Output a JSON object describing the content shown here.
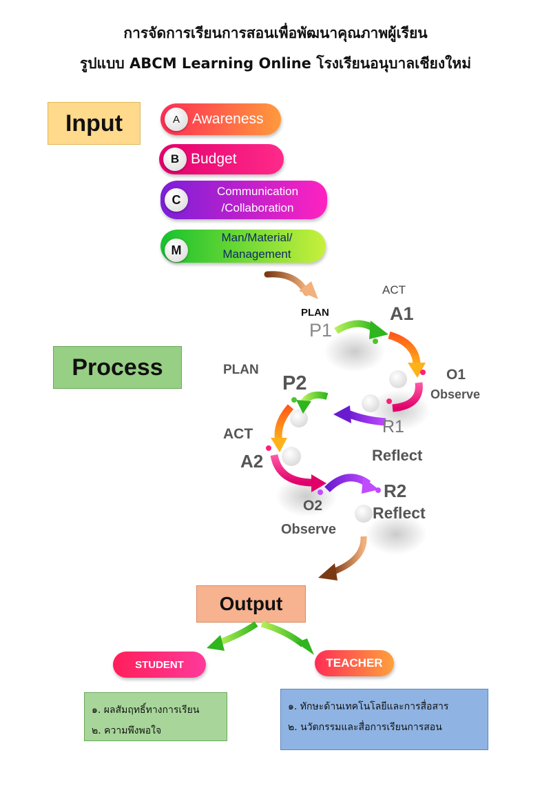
{
  "header": {
    "title_line1": "การจัดการเรียนการสอนเพื่อพัฒนาคุณภาพผู้เรียน",
    "title_line2": "รูปแบบ ABCM Learning Online โรงเรียนอนุบาลเชียงใหม่"
  },
  "sections": {
    "input": "Input",
    "process": "Process",
    "output": "Output"
  },
  "inputs": [
    {
      "letter": "A",
      "label": "Awareness",
      "color_from": "#ff2d55",
      "color_to": "#ff9a3c"
    },
    {
      "letter": "B",
      "label": "Budget",
      "color_from": "#e4006e",
      "color_to": "#ff2a8a"
    },
    {
      "letter": "C",
      "label_line1": "Communication",
      "label_line2": "/Collaboration",
      "color_from": "#7b1fd8",
      "color_to": "#ff22c0"
    },
    {
      "letter": "M",
      "label_line1": "Man/Material/",
      "label_line2": "Management",
      "color_from": "#17c12e",
      "color_to": "#c8f03c"
    }
  ],
  "process": {
    "plan1": "PLAN",
    "p1": "P1",
    "act1": "ACT",
    "a1": "A1",
    "o1": "O1",
    "observe1": "Observe",
    "r1": "R1",
    "reflect1": "Reflect",
    "plan2": "PLAN",
    "p2": "P2",
    "act2": "ACT",
    "a2": "A2",
    "o2": "O2",
    "observe2": "Observe",
    "r2": "R2",
    "reflect2": "Reflect"
  },
  "outputs": {
    "student": {
      "label": "STUDENT",
      "items": [
        "๑. ผลสัมฤทธิ์ทางการเรียน",
        "๒. ความพึงพอใจ"
      ]
    },
    "teacher": {
      "label": "TEACHER",
      "items": [
        "๑. ทักษะด้านเทคโนโลยีและการสื่อสาร",
        "๒. นวัตกรรมและสื่อการเรียนการสอน"
      ]
    }
  },
  "colors": {
    "input_box": "#ffd98c",
    "process_box": "#97cf84",
    "output_box": "#f7b28f",
    "student_box": "#a8d69a",
    "teacher_box": "#8fb4e3",
    "arrow_green": "#4fc42c",
    "arrow_orange": "#ff7a1a",
    "arrow_pink": "#ff1f7a",
    "arrow_purple": "#8a2be2",
    "arrow_brown": "#a0522d"
  }
}
